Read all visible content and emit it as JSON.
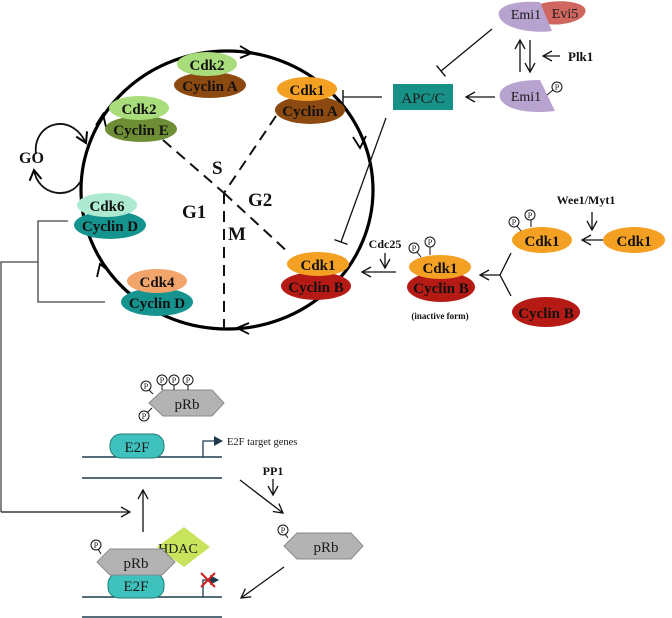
{
  "colors": {
    "cdk2": "#a9dd7b",
    "cyclin_a": "#8c4a10",
    "cyclin_e": "#6e8e35",
    "cdk1": "#f4a023",
    "cyclin_b": "#b51b14",
    "cdk6": "#aeead2",
    "cyclin_d": "#15938f",
    "cdk4": "#f2a56a",
    "apc": "#179187",
    "emi1": "#b8a2cf",
    "evi5": "#cf6760",
    "prb": "#b3b3b3",
    "e2f": "#3fc2bd",
    "hdac": "#c7e45c",
    "block_x": "#d42020"
  },
  "cycle": {
    "phases": {
      "g0": "GO",
      "g1": "G1",
      "s": "S",
      "g2": "G2",
      "m": "M"
    },
    "complexes": [
      {
        "id": "cdk2-cyclin-a",
        "kinase": "Cdk2",
        "cyclin": "Cyclin A"
      },
      {
        "id": "cdk2-cyclin-e",
        "kinase": "Cdk2",
        "cyclin": "Cyclin E"
      },
      {
        "id": "cdk1-cyclin-a",
        "kinase": "Cdk1",
        "cyclin": "Cyclin A"
      },
      {
        "id": "cdk6-cyclin-d",
        "kinase": "Cdk6",
        "cyclin": "Cyclin D"
      },
      {
        "id": "cdk4-cyclin-d",
        "kinase": "Cdk4",
        "cyclin": "Cyclin D"
      },
      {
        "id": "cdk1-cyclin-b",
        "kinase": "Cdk1",
        "cyclin": "Cyclin B"
      }
    ]
  },
  "regulators": {
    "apc": "APC/C",
    "emi1": "Emi1",
    "evi5": "Evi5",
    "plk1": "Plk1",
    "phospho": "P",
    "cdc25": "Cdc25",
    "wee1_myt1": "Wee1/Myt1",
    "cdk1": "Cdk1",
    "cyclin_b": "Cyclin B",
    "inactive_form": "(inactive form)"
  },
  "prb_pathway": {
    "prb": "pRb",
    "e2f": "E2F",
    "target_genes": "E2F target genes",
    "pp1": "PP1",
    "hdac": "HDAC"
  }
}
